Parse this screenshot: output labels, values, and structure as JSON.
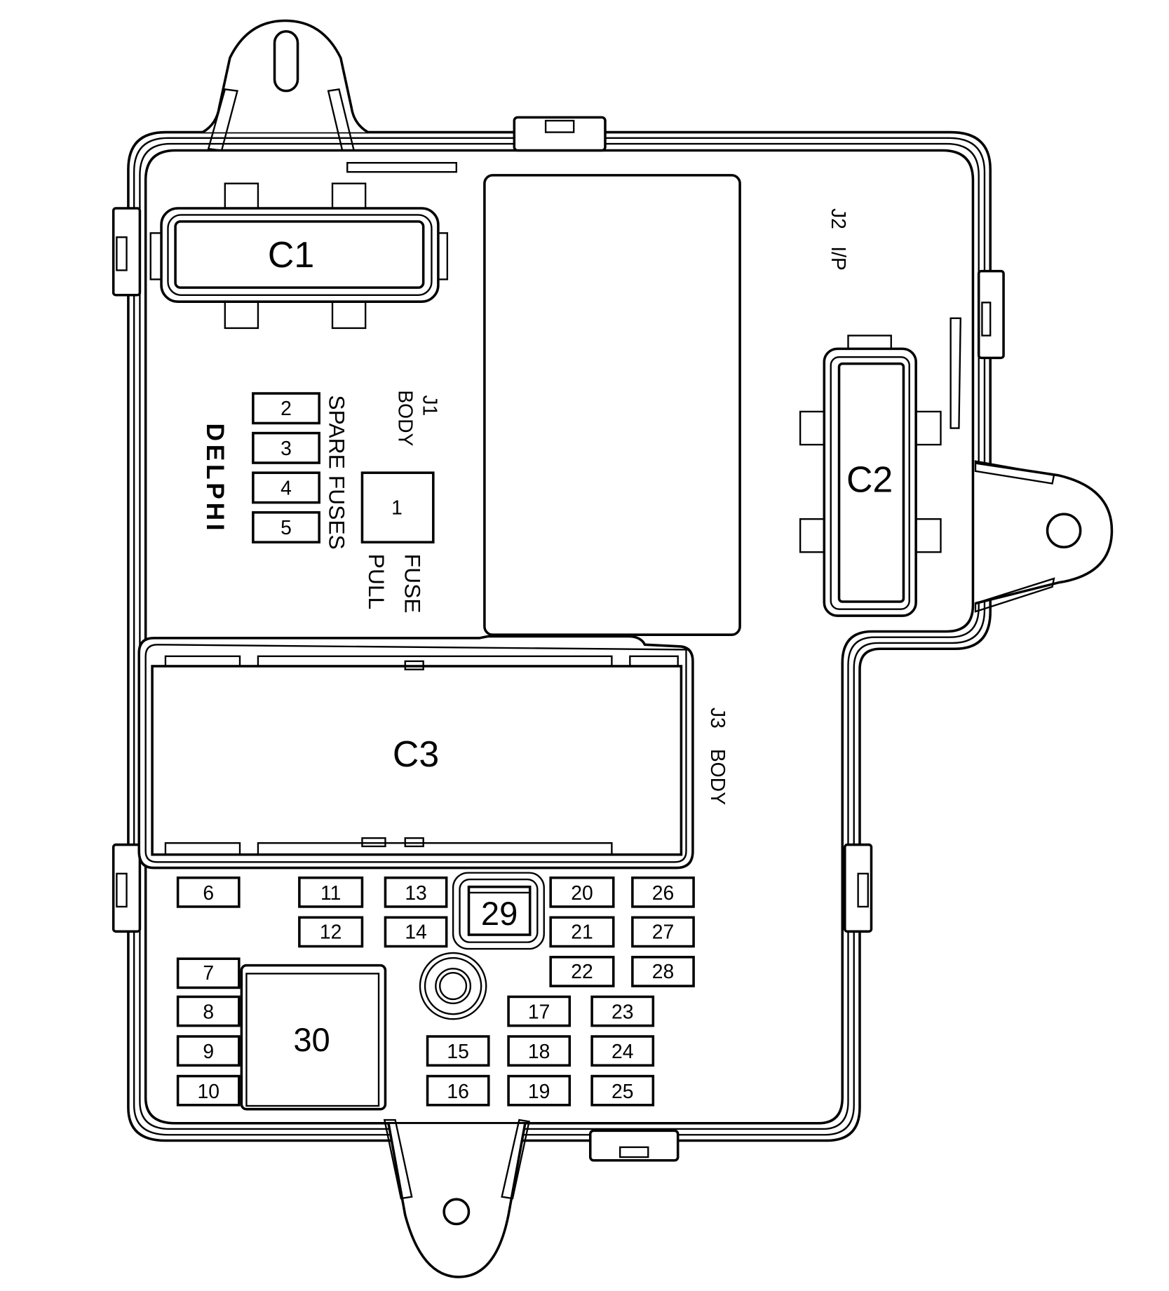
{
  "diagram": {
    "type": "fuse-block-layout",
    "connectors": [
      {
        "id": "C1",
        "label": "C1"
      },
      {
        "id": "C2",
        "label": "C2"
      },
      {
        "id": "C3",
        "label": "C3"
      }
    ],
    "connector_labels": {
      "j1": {
        "line1": "J1",
        "line2": "BODY"
      },
      "j2": {
        "line1": "J2",
        "line2": "I/P"
      },
      "j3": {
        "line1": "J3",
        "line2": "BODY"
      }
    },
    "spare_fuses_label": "SPARE FUSES",
    "fuse_pull_label": {
      "line1": "FUSE",
      "line2": "PULL"
    },
    "logo": "DELPHI",
    "fuse_puller_slot": "1",
    "spare_fuses": [
      "2",
      "3",
      "4",
      "5"
    ],
    "fuses": {
      "f6": "6",
      "f7": "7",
      "f8": "8",
      "f9": "9",
      "f10": "10",
      "f11": "11",
      "f12": "12",
      "f13": "13",
      "f14": "14",
      "f15": "15",
      "f16": "16",
      "f17": "17",
      "f18": "18",
      "f19": "19",
      "f20": "20",
      "f21": "21",
      "f22": "22",
      "f23": "23",
      "f24": "24",
      "f25": "25",
      "f26": "26",
      "f27": "27",
      "f28": "28"
    },
    "relays": {
      "r29": "29",
      "r30": "30"
    }
  }
}
